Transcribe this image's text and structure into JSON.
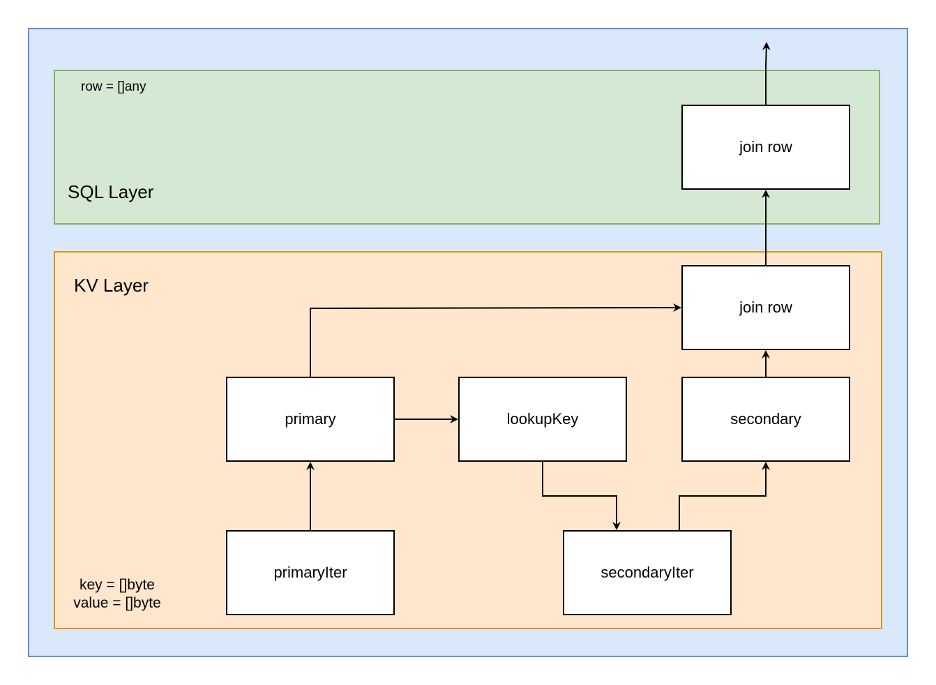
{
  "layers": {
    "sql": {
      "title": "SQL Layer",
      "note": "row = []any"
    },
    "kv": {
      "title": "KV Layer",
      "note_key": "key = []byte",
      "note_value": "value = []byte"
    }
  },
  "nodes": {
    "join_row_top": "join row",
    "join_row_kv": "join row",
    "primary": "primary",
    "lookup_key": "lookupKey",
    "secondary": "secondary",
    "primary_iter": "primaryIter",
    "secondary_iter": "secondaryIter"
  },
  "colors": {
    "outer_fill": "#dae8fc",
    "outer_stroke": "#6c8ebf",
    "sql_fill": "#d5e8d4",
    "sql_stroke": "#82b366",
    "kv_fill": "#ffe6cc",
    "kv_stroke": "#d79b00"
  }
}
